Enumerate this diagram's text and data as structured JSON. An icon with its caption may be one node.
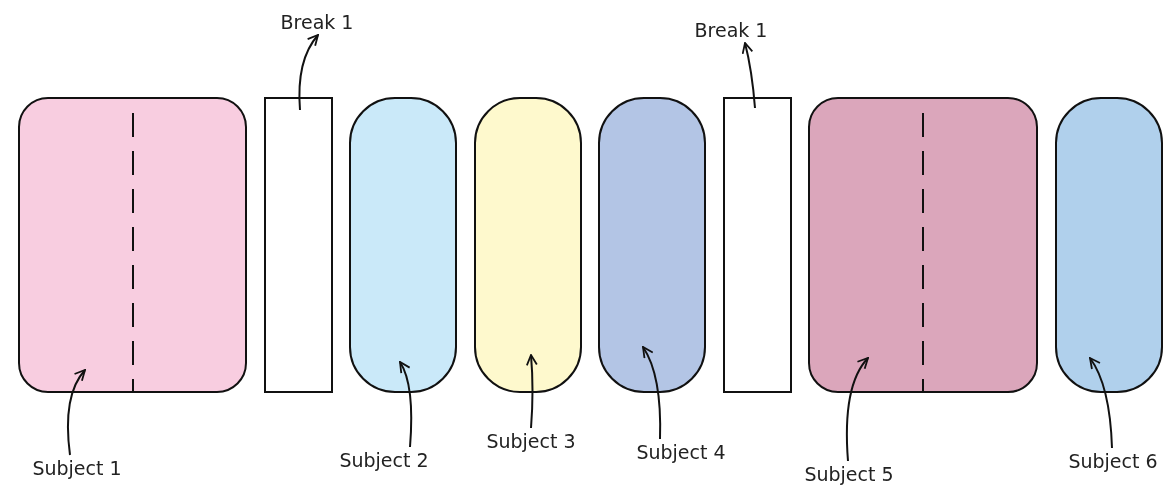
{
  "diagram": {
    "nodes": [
      {
        "text": [
          "Subject 1"
        ]
      },
      {
        "text": [],
        "shape": "box"
      },
      {
        "text": [],
        "shape": "box"
      },
      {
        "text": [
          "Break 1"
        ]
      },
      {
        "text": [],
        "shape": "box"
      },
      {
        "text": [
          "Subject 2"
        ]
      },
      {
        "text": [],
        "shape": "box"
      },
      {
        "text": [
          "Subject 3"
        ]
      },
      {
        "text": [],
        "shape": "box"
      },
      {
        "text": [
          "Subject 4"
        ]
      },
      {
        "text": [],
        "shape": "box"
      },
      {
        "text": [
          "Break 1"
        ]
      },
      {
        "text": [],
        "shape": "box"
      },
      {
        "text": [
          "Subject 5"
        ]
      },
      {
        "text": [],
        "shape": "box"
      },
      {
        "text": [
          "Subject 6"
        ]
      }
    ],
    "edges": [
      {
        "from": 0,
        "to": 1,
        "arrow": "to"
      },
      {
        "from": 2,
        "to": 3,
        "arrow": "to"
      },
      {
        "from": 5,
        "to": 4,
        "arrow": "to"
      },
      {
        "from": 7,
        "to": 6,
        "arrow": "to"
      },
      {
        "from": 9,
        "to": 8,
        "arrow": "to"
      },
      {
        "from": 10,
        "to": 11,
        "arrow": "to"
      },
      {
        "from": 13,
        "to": 12,
        "arrow": "to"
      },
      {
        "from": 15,
        "to": 14,
        "arrow": "to"
      }
    ]
  }
}
